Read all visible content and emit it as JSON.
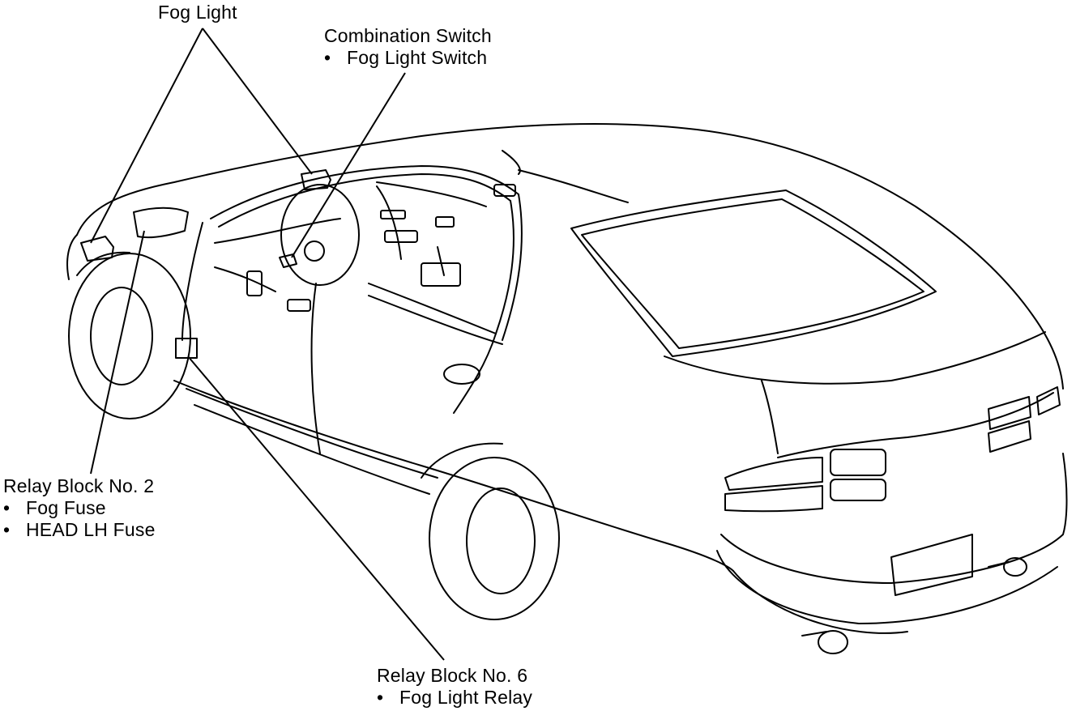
{
  "callouts": {
    "fog_light": {
      "title": "Fog Light"
    },
    "combination_switch": {
      "title": "Combination Switch",
      "items": [
        "Fog Light Switch"
      ]
    },
    "relay_block_2": {
      "title": "Relay Block No. 2",
      "items": [
        "Fog Fuse",
        "HEAD LH Fuse"
      ]
    },
    "relay_block_6": {
      "title": "Relay Block No. 6",
      "items": [
        "Fog Light Relay"
      ]
    }
  },
  "bullet_symbol": "•",
  "colors": {
    "ink": "#000000",
    "background": "#ffffff"
  }
}
